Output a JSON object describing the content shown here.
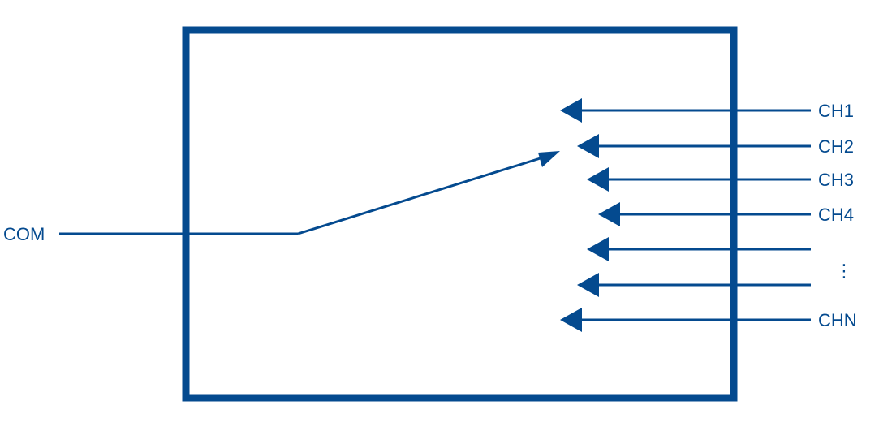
{
  "diagram": {
    "color": "#044A8F",
    "common_label": "COM",
    "channels": [
      {
        "label": "CH1"
      },
      {
        "label": "CH2"
      },
      {
        "label": "CH3"
      },
      {
        "label": "CH4"
      },
      {
        "label": ""
      },
      {
        "label": ""
      },
      {
        "label": "CHN"
      }
    ],
    "ellipsis_glyph": "⋮"
  }
}
